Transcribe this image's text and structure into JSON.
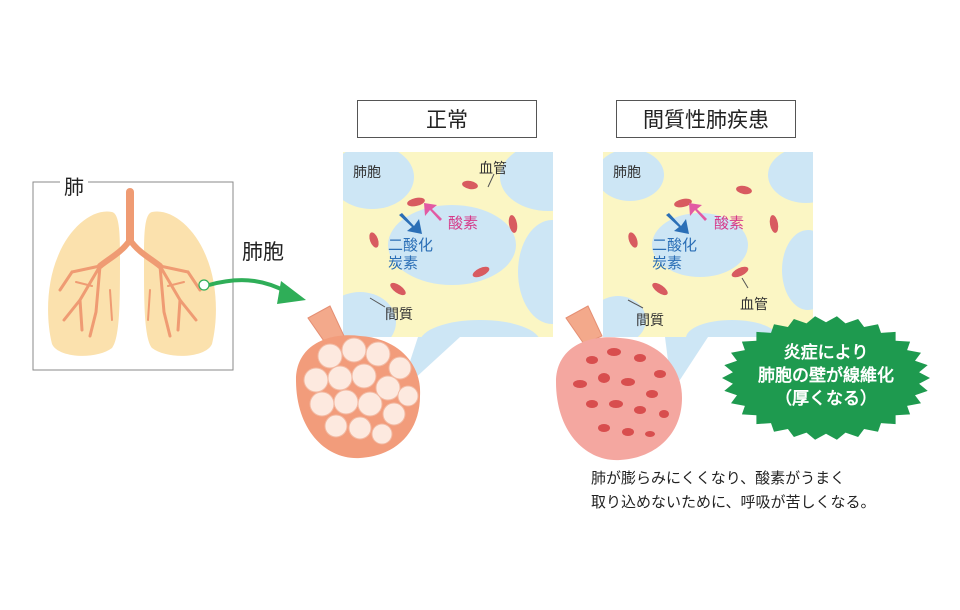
{
  "lungs": {
    "title": "肺"
  },
  "arrow_label": "肺胞",
  "normal": {
    "header": "正常",
    "alveolus_label": "肺胞",
    "vessel_label": "血管",
    "oxygen_label": "酸素",
    "co2_line1": "二酸化",
    "co2_line2": "炭素",
    "interstitium_label": "間質"
  },
  "disease": {
    "header": "間質性肺疾患",
    "alveolus_label": "肺胞",
    "vessel_label": "血管",
    "oxygen_label": "酸素",
    "co2_line1": "二酸化",
    "co2_line2": "炭素",
    "interstitium_label": "間質"
  },
  "badge": {
    "line1": "炎症により",
    "line2": "肺胞の壁が線維化",
    "line3": "（厚くなる）",
    "color": "#1e9a4f"
  },
  "caption": {
    "line1": "肺が膨らみにくくなり、酸素がうまく",
    "line2": "取り込めないために、呼吸が苦しくなる。"
  },
  "colors": {
    "alveolus_blue": "#cde6f5",
    "interstitium_yellow": "#fbf6c4",
    "red_cell": "#d85b60",
    "lung_fill": "#fbe1ad",
    "bronchi": "#ef9b73",
    "arrow_green": "#2fae58",
    "co2_blue": "#2b6fb6",
    "o2_pink": "#e25aa3"
  }
}
